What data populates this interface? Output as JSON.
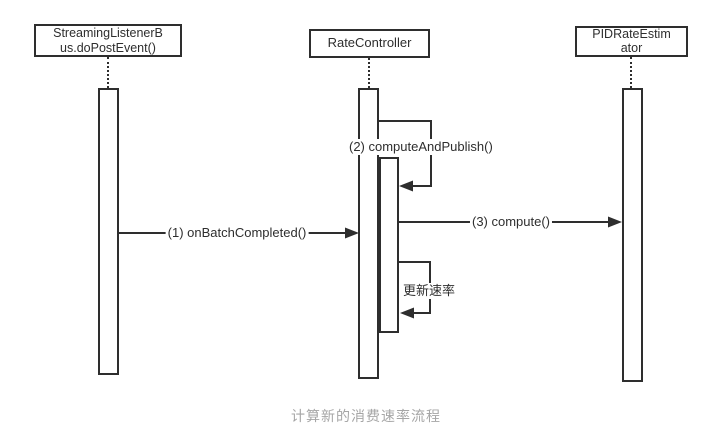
{
  "diagram": {
    "participants": [
      {
        "id": "streaming-listener-bus",
        "label_lines": [
          "StreamingListenerB",
          "us.doPostEvent()"
        ]
      },
      {
        "id": "rate-controller",
        "label_lines": [
          "RateController"
        ]
      },
      {
        "id": "pid-rate-estimator",
        "label_lines": [
          "PIDRateEstim",
          "ator"
        ]
      }
    ],
    "messages": [
      {
        "id": "msg-1",
        "label": "(1) onBatchCompleted()"
      },
      {
        "id": "msg-2",
        "label": "(2) computeAndPublish()"
      },
      {
        "id": "msg-3",
        "label": "(3) compute()"
      },
      {
        "id": "msg-update",
        "label": "更新速率"
      }
    ],
    "caption": "计算新的消费速率流程",
    "colors": {
      "line": "#2e2e2e",
      "text": "#2e2e2e",
      "caption": "#a6a6a6",
      "background": "#ffffff"
    }
  }
}
